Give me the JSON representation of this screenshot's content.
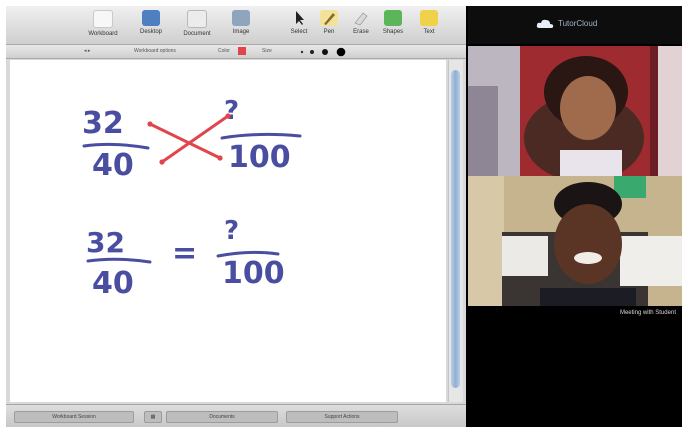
{
  "toolbar": {
    "items": [
      {
        "label": "Workboard",
        "icon": "workboard-icon"
      },
      {
        "label": "Desktop",
        "icon": "desktop-icon"
      },
      {
        "label": "Document",
        "icon": "document-icon"
      },
      {
        "label": "Image",
        "icon": "image-icon"
      },
      {
        "label": "Select",
        "icon": "cursor-icon"
      },
      {
        "label": "Pen",
        "icon": "pen-icon"
      },
      {
        "label": "Erase",
        "icon": "eraser-icon"
      },
      {
        "label": "Shapes",
        "icon": "shapes-icon"
      },
      {
        "label": "Text",
        "icon": "text-icon"
      }
    ]
  },
  "subbar": {
    "left_text": "Workboard options",
    "color_label": "Color",
    "size_label": "Size"
  },
  "whiteboard": {
    "eq1_num_left": "32",
    "eq1_den_left": "40",
    "eq1_num_right": "?",
    "eq1_den_right": "100",
    "eq2_num_left": "32",
    "eq2_den_left": "40",
    "equals": "=",
    "eq2_num_right": "?",
    "eq2_den_right": "100"
  },
  "statusbar": {
    "left": "Workboard Session",
    "mid": "Documents",
    "right": "Support Actions"
  },
  "video": {
    "brand": "TutorCloud",
    "caption": "Meeting with Student"
  },
  "colors": {
    "ink_blue": "#4a4ea0",
    "ink_red": "#e0444c",
    "accent_blue": "#6c93c6"
  }
}
